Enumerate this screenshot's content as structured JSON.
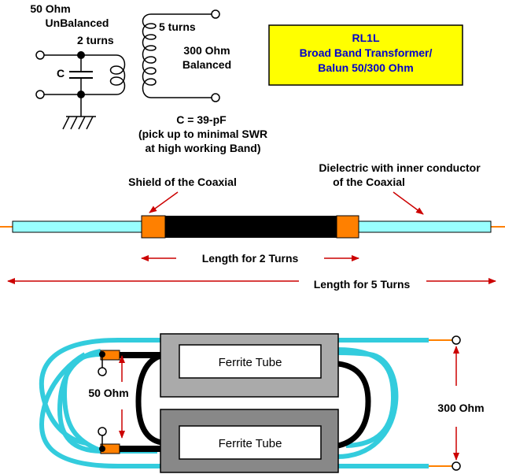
{
  "colors": {
    "background": "#ffffff",
    "title_box_fill": "#ffff00",
    "title_text": "#0000cc",
    "coax_dielectric": "#99ffff",
    "coax_shield": "#000000",
    "shield_end": "#ff8000",
    "inner_conductor": "#ff8000",
    "arrow": "#cc0000",
    "ferrite_light": "#aaaaaa",
    "ferrite_dark": "#888888",
    "cable": "#33ccdd"
  },
  "schematic": {
    "input_impedance": "50 Ohm",
    "input_type": "UnBalanced",
    "primary_turns": "2 turns",
    "capacitor_label": "C",
    "secondary_turns": "5 turns",
    "output_impedance": "300 Ohm",
    "output_type": "Balanced",
    "cap_value": "C = 39-pF",
    "cap_note_1": "(pick up to minimal SWR",
    "cap_note_2": "at high working Band)"
  },
  "title_box": {
    "line1": "RL1L",
    "line2": "Broad Band Transformer/",
    "line3": "Balun 50/300 Ohm"
  },
  "coax": {
    "shield_label": "Shield of the Coaxial",
    "dielectric_label_1": "Dielectric with inner conductor",
    "dielectric_label_2": "of the Coaxial",
    "length_2_turns": "Length for 2 Turns",
    "length_5_turns": "Length for 5 Turns"
  },
  "assembly": {
    "ferrite_top": "Ferrite Tube",
    "ferrite_bottom": "Ferrite Tube",
    "left_impedance": "50 Ohm",
    "right_impedance": "300 Ohm"
  }
}
